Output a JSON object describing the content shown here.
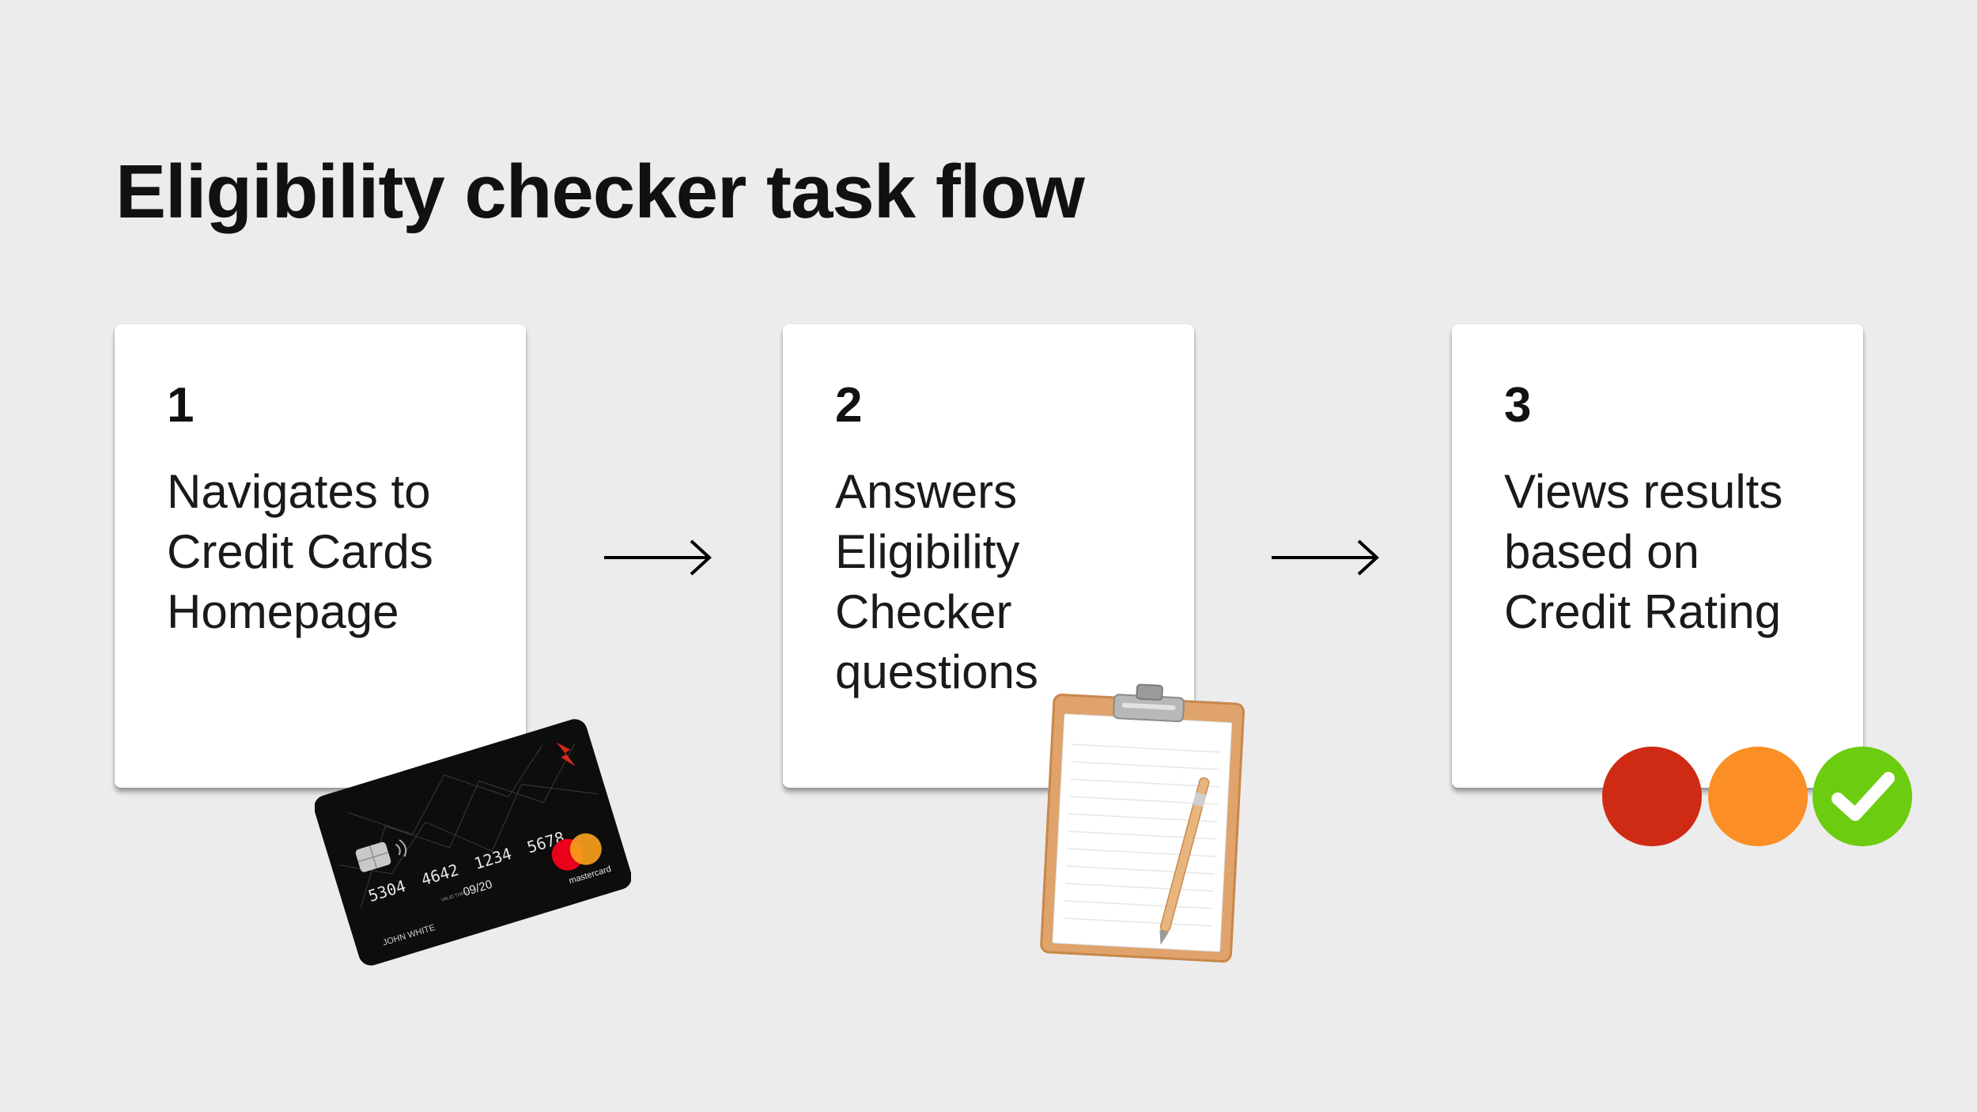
{
  "title": "Eligibility checker task flow",
  "steps": [
    {
      "number": "1",
      "lines": [
        "Navigates to",
        "Credit Cards",
        "Homepage"
      ]
    },
    {
      "number": "2",
      "lines": [
        "Answers",
        "Eligibility",
        "Checker",
        "questions"
      ]
    },
    {
      "number": "3",
      "lines": [
        "Views results",
        "based on",
        "Credit Rating"
      ]
    }
  ],
  "credit_card": {
    "number_groups": [
      "5304",
      "4642",
      "1234",
      "5678"
    ],
    "expiry": "09/20",
    "valid_thru": "VALID THRU",
    "holder": "JOHN WHITE",
    "brand": "mastercard"
  },
  "icons": {
    "arrow": "right-arrow-icon",
    "card": "credit-card-icon",
    "clipboard": "clipboard-icon",
    "check": "check-icon"
  },
  "colors": {
    "background": "#ececec",
    "card": "#ffffff",
    "status_red": "#cf2a14",
    "status_orange": "#fb8f26",
    "status_green": "#6ccc10"
  }
}
